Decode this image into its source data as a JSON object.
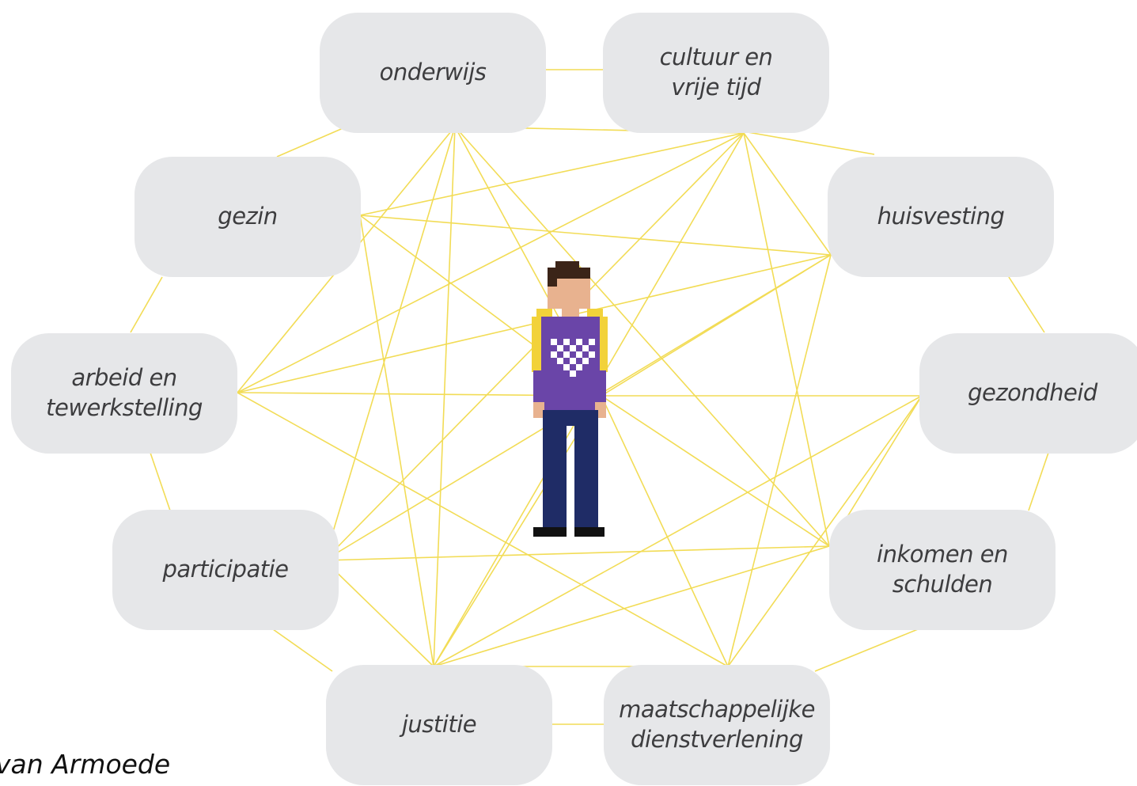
{
  "diagram": {
    "nodes": [
      {
        "id": "onderwijs",
        "label": "onderwijs"
      },
      {
        "id": "cultuur",
        "label": "cultuur en\nvrije tijd"
      },
      {
        "id": "gezin",
        "label": "gezin"
      },
      {
        "id": "huisvesting",
        "label": "huisvesting"
      },
      {
        "id": "arbeid",
        "label": "arbeid en\ntewerkstelling"
      },
      {
        "id": "gezondheid",
        "label": "gezondheid"
      },
      {
        "id": "participatie",
        "label": "participatie"
      },
      {
        "id": "inkomen",
        "label": "inkomen en\nschulden"
      },
      {
        "id": "justitie",
        "label": "justitie"
      },
      {
        "id": "maatschappelijke",
        "label": "maatschappelijke\ndienstverlening"
      }
    ],
    "center_figure": "pixel-person-with-backpack",
    "line_color": "#f2dc56",
    "box_color": "#e6e7e9",
    "text_color": "#3d3d3f"
  },
  "footer": {
    "caption": "van Armoede"
  }
}
